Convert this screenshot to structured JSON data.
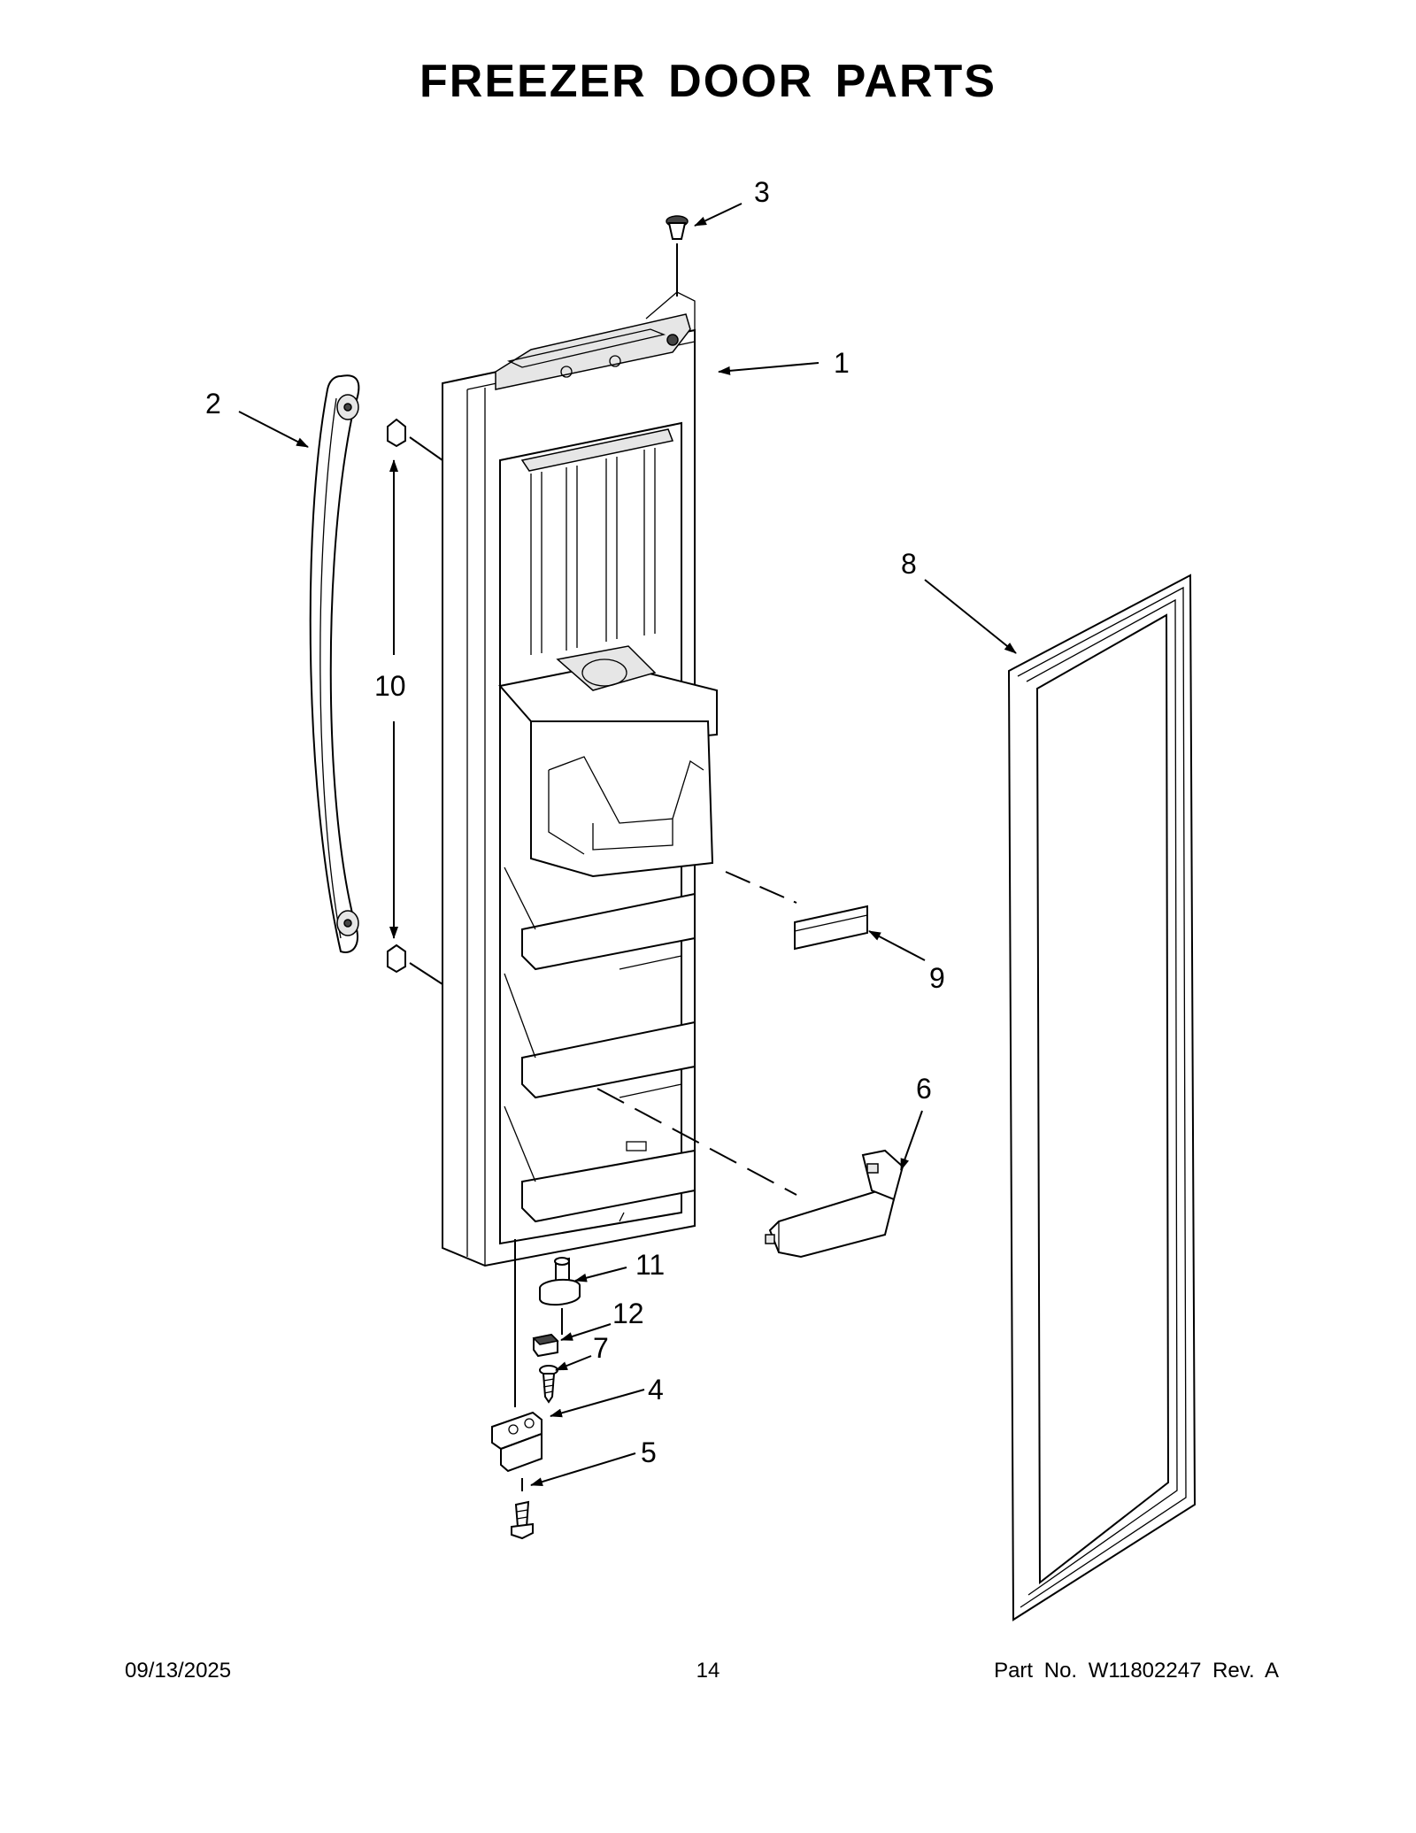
{
  "title": "FREEZER DOOR PARTS",
  "callouts": {
    "c1": "1",
    "c2": "2",
    "c3": "3",
    "c4": "4",
    "c5": "5",
    "c6": "6",
    "c7": "7",
    "c8": "8",
    "c9": "9",
    "c10": "10",
    "c11": "11",
    "c12": "12"
  },
  "footer": {
    "date": "09/13/2025",
    "page": "14",
    "part_no": "Part No.  W11802247  Rev.  A"
  }
}
